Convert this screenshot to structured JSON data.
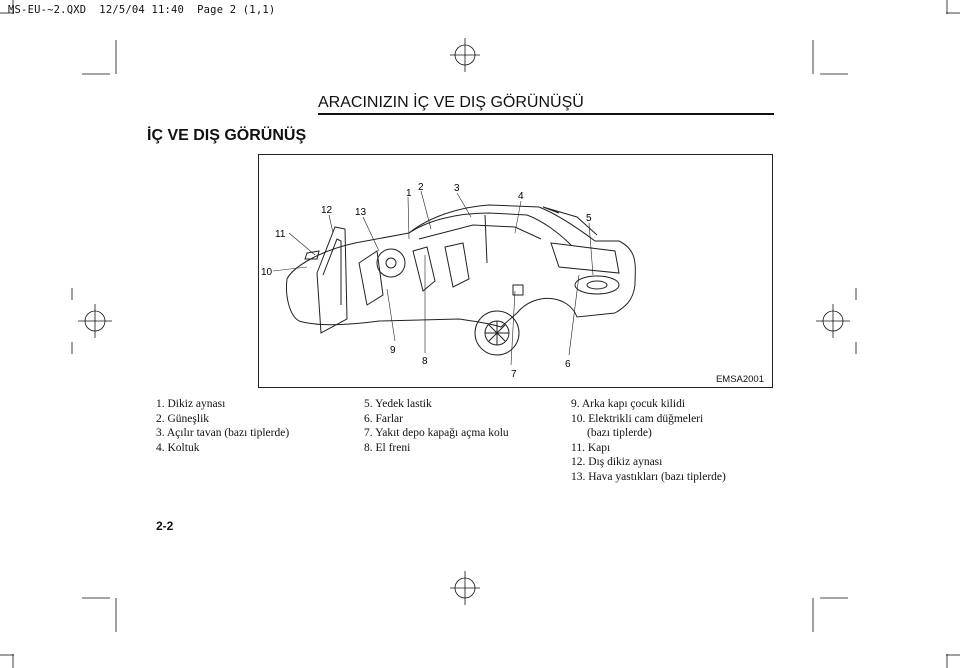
{
  "print_header": "MS-EU-~2.QXD  12/5/04 11:40  Page 2 (1,1)",
  "running_title": "ARACINIZIN İÇ VE DIŞ GÖRÜNÜŞÜ",
  "section_title": "İÇ VE  DIŞ GÖRÜNÜŞ",
  "figure": {
    "code": "EMSA2001",
    "callouts": [
      "1",
      "2",
      "3",
      "4",
      "5",
      "6",
      "7",
      "8",
      "9",
      "10",
      "11",
      "12",
      "13"
    ]
  },
  "legend": {
    "col1": [
      "1. Dikiz aynası",
      "2. Güneşlik",
      "3. Açılır tavan (bazı tiplerde)",
      "4. Koltuk"
    ],
    "col2": [
      "5. Yedek lastik",
      "6. Farlar",
      "7. Yakıt depo kapağı açma kolu",
      "8. El freni"
    ],
    "col3": [
      "9. Arka kapı çocuk kilidi",
      "10. Elektrikli cam düğmeleri",
      "(bazı tiplerde)",
      "11. Kapı",
      "12. Dış dikiz aynası",
      "13. Hava yastıkları (bazı tiplerde)"
    ]
  },
  "page_number": "2-2"
}
